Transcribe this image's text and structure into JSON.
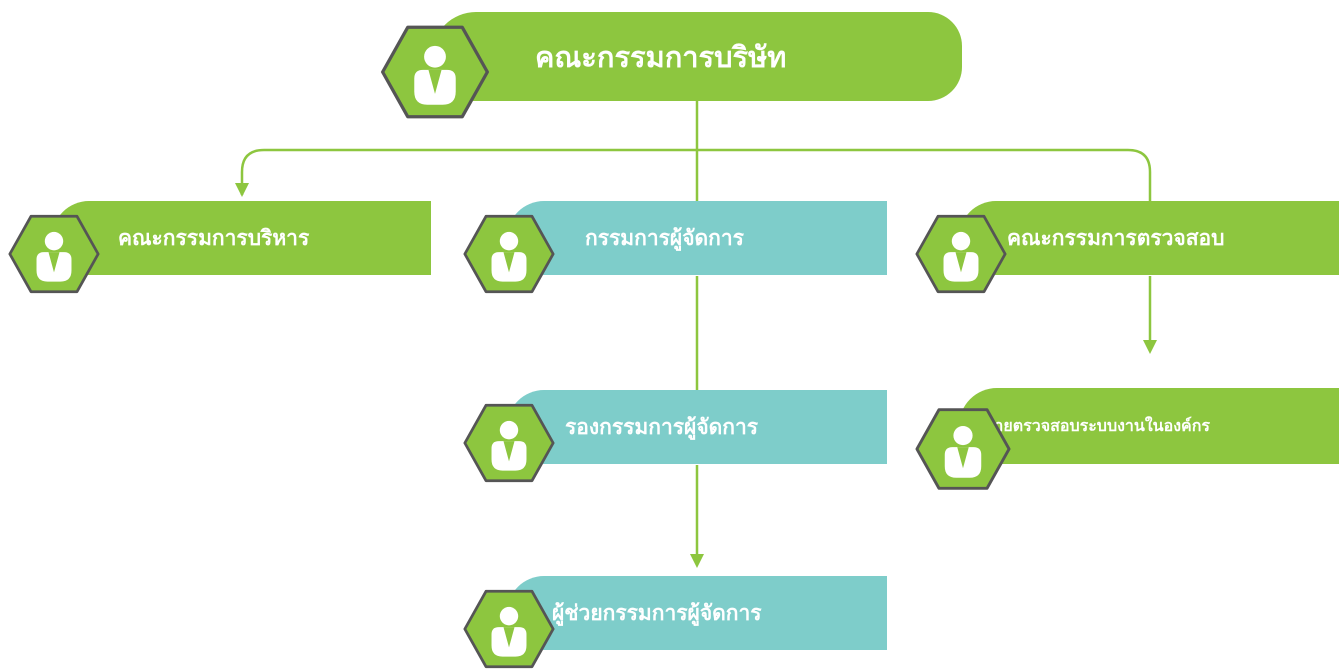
{
  "colors": {
    "green": "#8dc63f",
    "teal": "#7ecdca",
    "hex_fill": "#8dc63f",
    "hex_border": "#555555",
    "person": "#ffffff",
    "connector": "#8dc63f"
  },
  "icons": {
    "person": "person-icon",
    "badge": "hexagon-badge"
  },
  "board": {
    "label": "คณะกรรมการบริษัท"
  },
  "executive_committee": {
    "label": "คณะกรรมการบริหาร"
  },
  "managing_director": {
    "label": "กรรมการผู้จัดการ"
  },
  "audit_committee": {
    "label": "คณะกรรมการตรวจสอบ"
  },
  "deputy_managing_director": {
    "label": "รองกรรมการผู้จัดการ"
  },
  "internal_audit": {
    "label": "ฝ่ายตรวจสอบระบบงานในองค์กร"
  },
  "assistant_managing_director": {
    "label": "ผู้ช่วยกรรมการผู้จัดการ"
  },
  "relations": [
    {
      "from": "board",
      "to": "executive_committee"
    },
    {
      "from": "board",
      "to": "managing_director"
    },
    {
      "from": "board",
      "to": "audit_committee"
    },
    {
      "from": "managing_director",
      "to": "deputy_managing_director"
    },
    {
      "from": "deputy_managing_director",
      "to": "assistant_managing_director"
    },
    {
      "from": "audit_committee",
      "to": "internal_audit"
    }
  ]
}
